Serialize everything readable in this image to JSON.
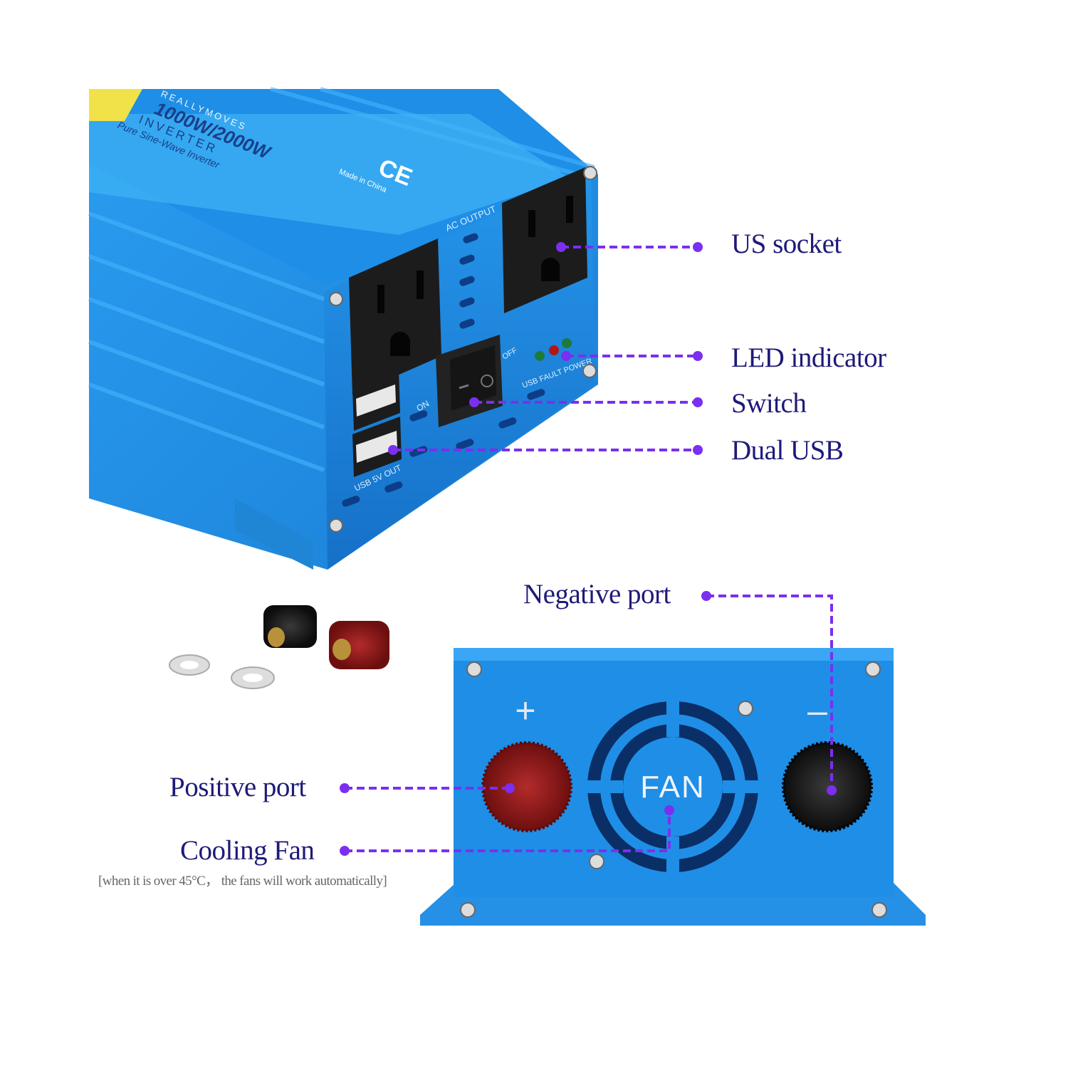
{
  "product": {
    "brand": "REALLYMOVES",
    "power_rating": "1000W/2000W",
    "type": "INVERTER",
    "subtitle": "Pure Sine-Wave Inverter",
    "cert_mark": "CE",
    "origin": "Made in China",
    "panel_labels": {
      "ac_output": "AC OUTPUT",
      "on": "ON",
      "off": "OFF",
      "usb_out": "USB 5V OUT",
      "leds": "USB FAULT POWER",
      "plus": "+",
      "minus": "–",
      "fan": "FAN"
    }
  },
  "callouts": {
    "us_socket": "US socket",
    "led_indicator": "LED indicator",
    "switch": "Switch",
    "dual_usb": "Dual USB",
    "negative_port": "Negative port",
    "positive_port": "Positive port",
    "cooling_fan": "Cooling Fan",
    "cooling_fan_note": "[when it is over 45°C， the fans will work automatically]"
  },
  "colors": {
    "callout_text": "#1e1a78",
    "leader_line": "#7b2ff0",
    "housing_blue": "#1f8fe0",
    "socket_black": "#1c1c1c",
    "positive_red": "#8e1a1a"
  }
}
